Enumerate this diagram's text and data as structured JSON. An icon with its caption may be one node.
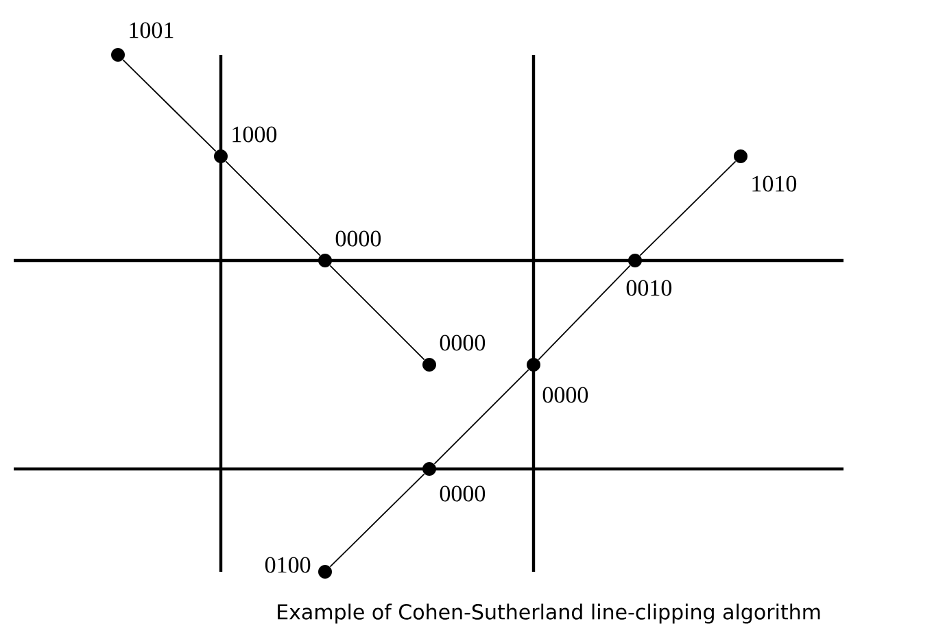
{
  "diagram": {
    "caption": "Example of Cohen-Sutherland line-clipping algorithm",
    "nodes": [
      {
        "text": [],
        "shape": "circle",
        "beside": [
          "1001"
        ]
      },
      {
        "text": [],
        "shape": "circle",
        "beside": [
          "1000"
        ]
      },
      {
        "text": [],
        "shape": "circle",
        "beside": [
          "0000"
        ]
      },
      {
        "text": [],
        "shape": "circle",
        "beside": [
          "0000"
        ]
      },
      {
        "text": [],
        "shape": "circle",
        "beside": [
          "1010"
        ]
      },
      {
        "text": [],
        "shape": "circle",
        "beside": [
          "0010"
        ]
      },
      {
        "text": [],
        "shape": "circle",
        "beside": [
          "0000"
        ]
      },
      {
        "text": [],
        "shape": "circle",
        "beside": [
          "0000"
        ]
      },
      {
        "text": [],
        "shape": "circle",
        "beside": [
          "0100"
        ]
      }
    ],
    "edges": [
      {
        "from": 0,
        "to": 1,
        "arrow": "none"
      },
      {
        "from": 1,
        "to": 2,
        "arrow": "none"
      },
      {
        "from": 2,
        "to": 3,
        "arrow": "none"
      },
      {
        "from": 4,
        "to": 5,
        "arrow": "none"
      },
      {
        "from": 5,
        "to": 6,
        "arrow": "none"
      },
      {
        "from": 6,
        "to": 7,
        "arrow": "none"
      },
      {
        "from": 7,
        "to": 8,
        "arrow": "none"
      }
    ]
  }
}
